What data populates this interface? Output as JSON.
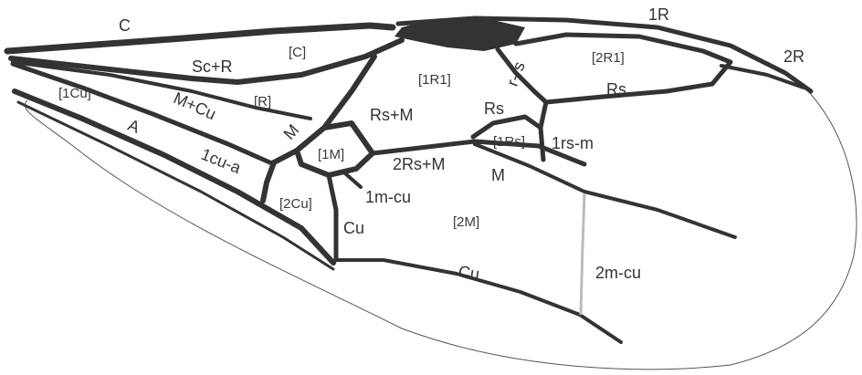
{
  "vein_labels": {
    "c": "C",
    "r1": "1R",
    "r2": "2R",
    "sc_r": "Sc+R",
    "r_rs": "r-rs",
    "rs_upper": "Rs",
    "rs_m": "Rs+M",
    "rs_inner": "Rs",
    "rs_m2": "2Rs+M",
    "rs_m1": "1rs-m",
    "m_plus_cu": "M+Cu",
    "m_left": "M",
    "m_right": "M",
    "m_cu1": "1m-cu",
    "m_cu2": "2m-cu",
    "cu_left": "Cu",
    "cu_bottom": "Cu",
    "cu_a": "1cu-a",
    "a": "A"
  },
  "cell_labels": {
    "c": "[C]",
    "r": "[R]",
    "r1_cell": "[1R1]",
    "r2_cell": "[2R1]",
    "m1": "[1M]",
    "rs1": "[1Rs]",
    "cu1": "[1Cu]",
    "cu2": "[2Cu]",
    "m2": "[2M]"
  },
  "colors": {
    "vein": "#333333",
    "membrane_outline": "#555555",
    "background": "#ffffff"
  }
}
